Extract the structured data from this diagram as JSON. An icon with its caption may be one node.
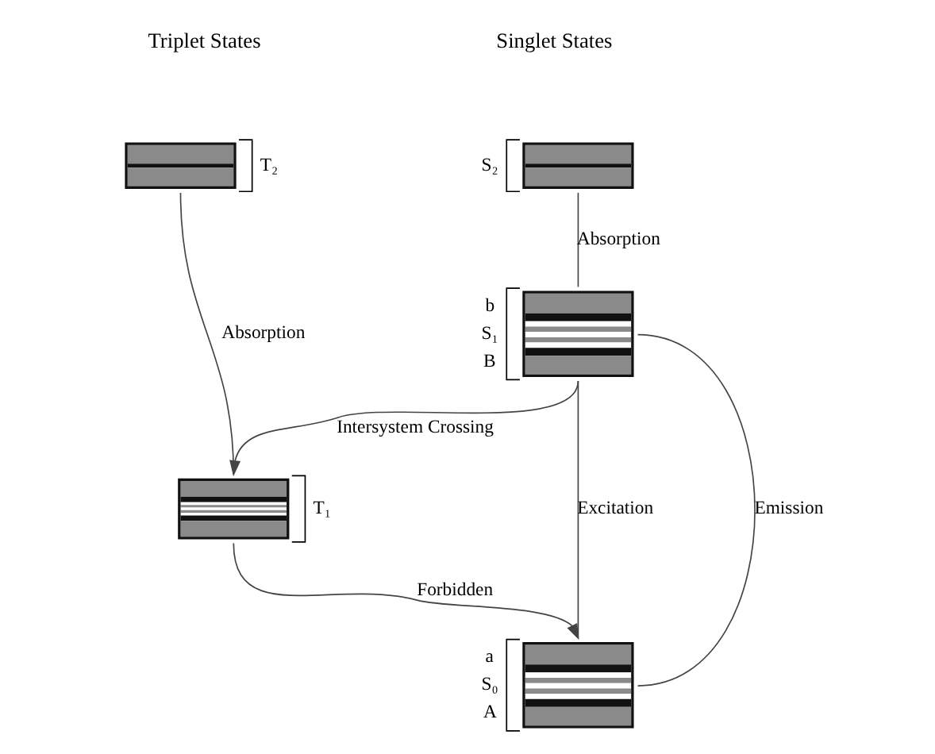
{
  "diagram": {
    "nodes": [
      {
        "text": [],
        "shape": "bar",
        "beside": [
          "S₂"
        ]
      },
      {
        "text": [],
        "shape": "bar",
        "beside": [
          "b",
          "S₁",
          "B"
        ]
      },
      {
        "text": [],
        "shape": "bar",
        "beside": [
          "a",
          "S₀",
          "A"
        ]
      },
      {
        "text": [],
        "shape": "bar",
        "beside": [
          "T₂"
        ]
      },
      {
        "text": [],
        "shape": "bar",
        "beside": [
          "T₁"
        ]
      }
    ],
    "edges": [
      {
        "from": 0,
        "to": 1,
        "arrow": "none",
        "label": "Absorption"
      },
      {
        "from": 1,
        "to": 4,
        "arrow": "to",
        "label": "Intersystem Crossing"
      },
      {
        "from": 3,
        "to": 4,
        "arrow": "none",
        "label": "Absorption"
      },
      {
        "from": 1,
        "to": 2,
        "arrow": "none",
        "label": "Excitation"
      },
      {
        "from": 1,
        "to": 2,
        "arrow": "none",
        "label": "Emission"
      },
      {
        "from": 4,
        "to": 2,
        "arrow": "to",
        "label": "Forbidden"
      }
    ],
    "labels": [
      "Singlet States",
      "Triplet States"
    ]
  }
}
